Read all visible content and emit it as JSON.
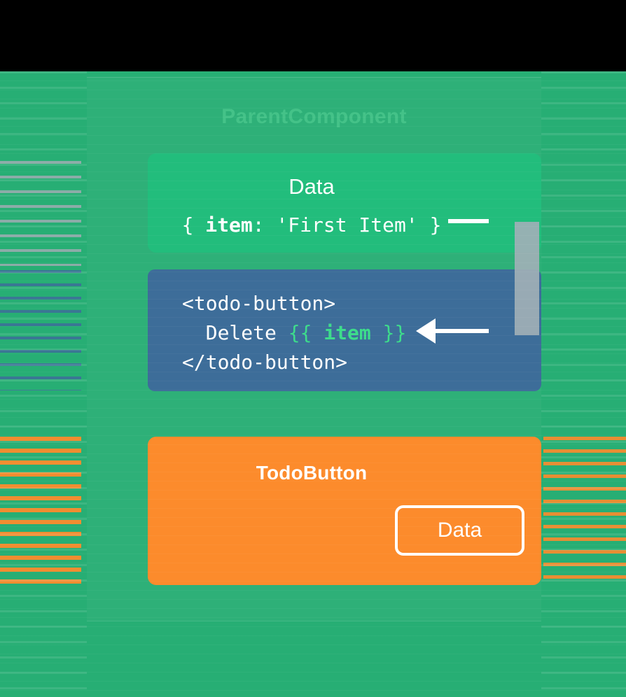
{
  "diagram": {
    "title": "ParentComponent",
    "data_card": {
      "label": "Data",
      "code_prefix": "{ ",
      "code_key": "item",
      "code_middle": ": 'First Item' }"
    },
    "code_card": {
      "line1": "<todo-button>",
      "line2_indent": "  ",
      "line2_text": "Delete ",
      "line2_mustache_open": "{{ ",
      "line2_var": "item",
      "line2_mustache_close": " }}",
      "line3": "</todo-button>"
    },
    "todo_card": {
      "title": "TodoButton",
      "slot_label": "Data"
    },
    "connector": {
      "arrow_icon": "arrow-left-icon"
    }
  },
  "colors": {
    "background_green": "#27ae74",
    "card_green": "#22bd7c",
    "card_blue": "#3d6d99",
    "card_orange": "#fc8b2c",
    "connector_gray": "#a0b0b6",
    "accent_green_text": "#3ddc8b",
    "white": "#ffffff",
    "letterbox": "#000000"
  }
}
